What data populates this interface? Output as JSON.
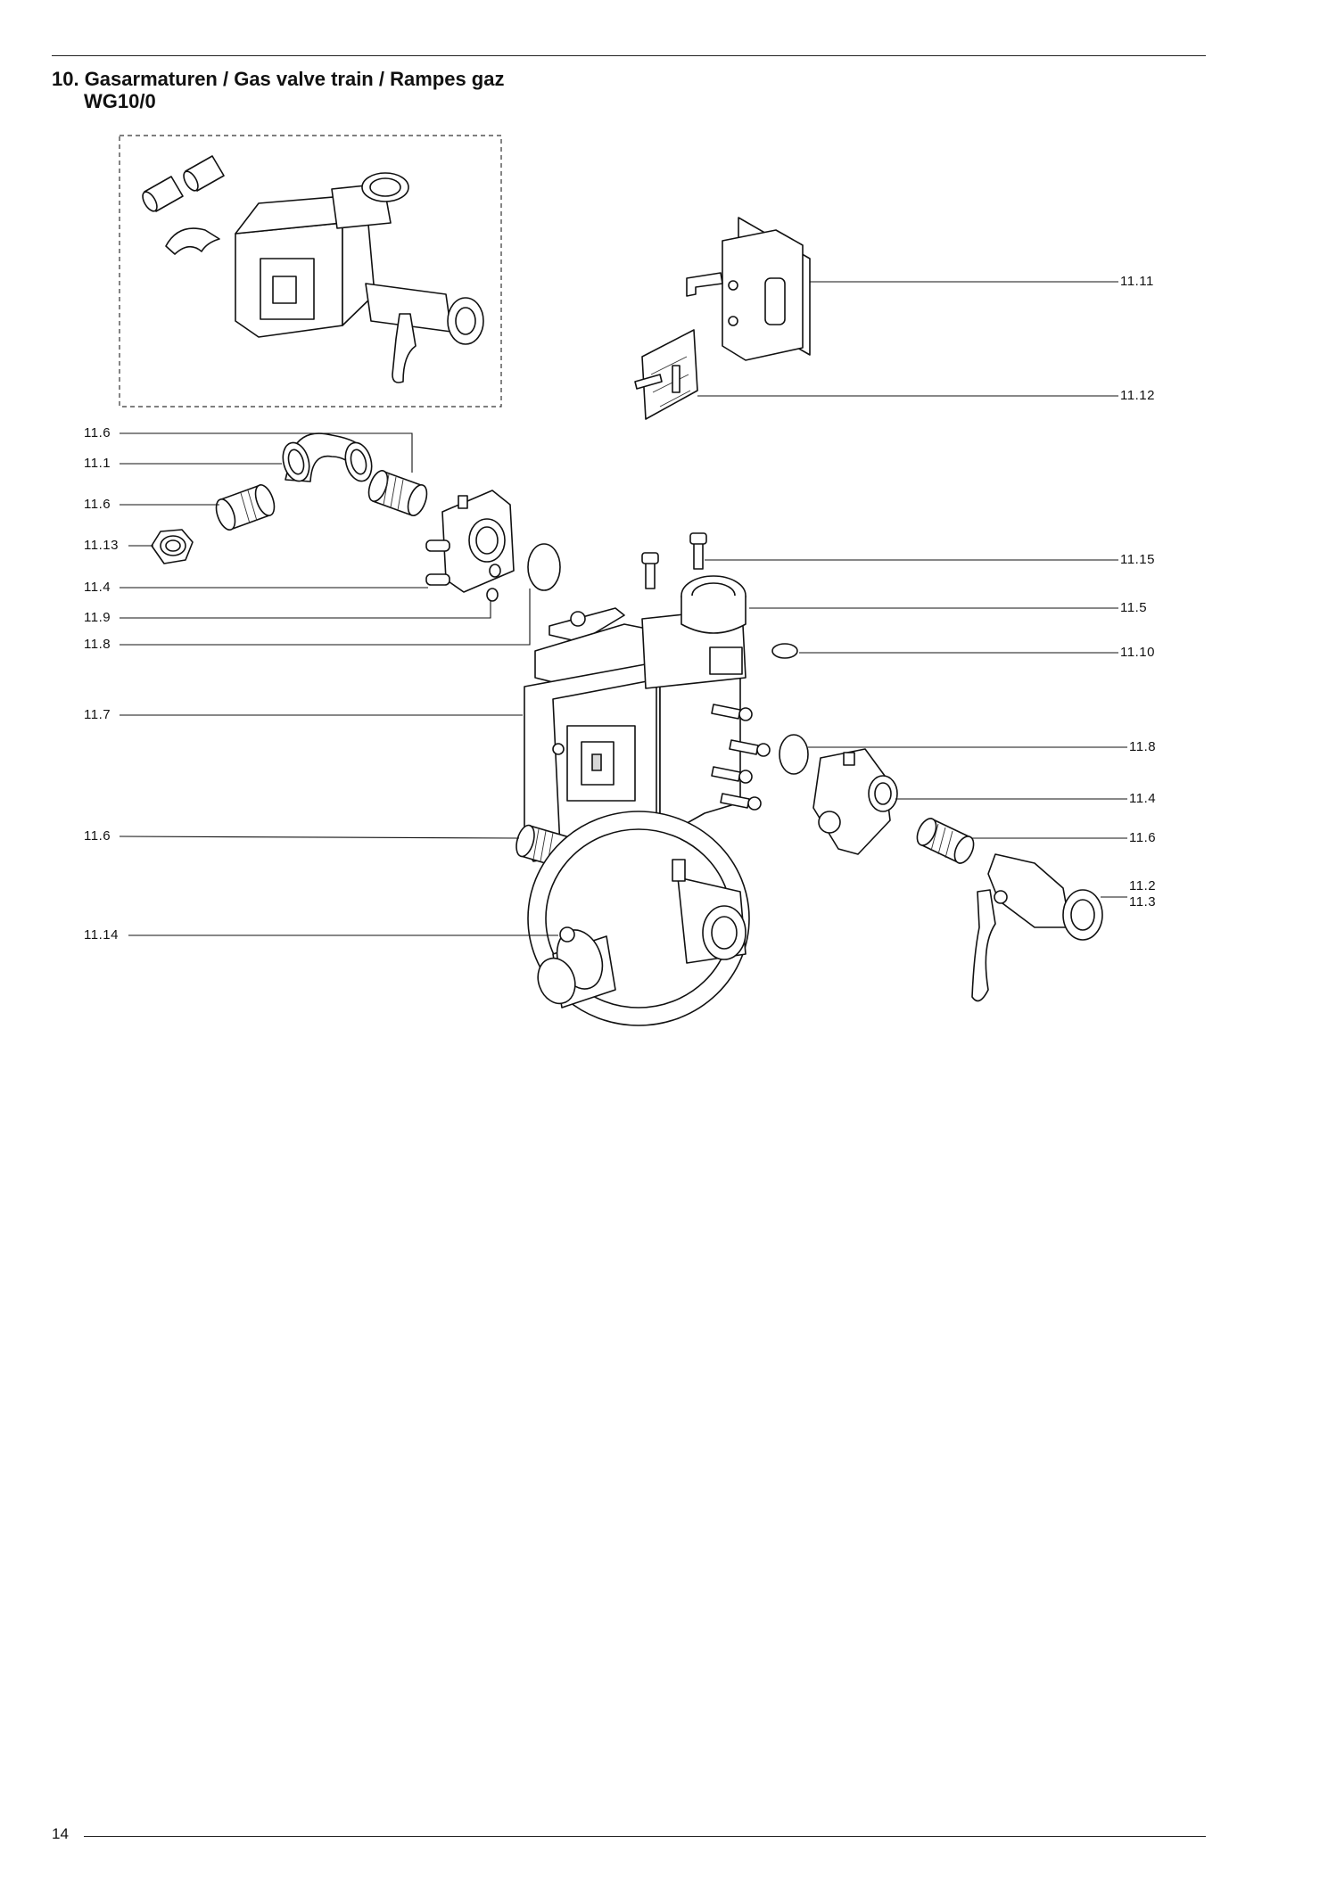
{
  "header": {
    "title": "10. Gasarmaturen / Gas valve train / Rampes gaz",
    "model": "WG10/0"
  },
  "footer": {
    "page_number": "14"
  },
  "labels": {
    "left": [
      {
        "id": "l-11-6-a",
        "text": "11.6"
      },
      {
        "id": "l-11-1",
        "text": "11.1"
      },
      {
        "id": "l-11-6-b",
        "text": "11.6"
      },
      {
        "id": "l-11-13",
        "text": "11.13"
      },
      {
        "id": "l-11-4-a",
        "text": "11.4"
      },
      {
        "id": "l-11-9",
        "text": "11.9"
      },
      {
        "id": "l-11-8-a",
        "text": "11.8"
      },
      {
        "id": "l-11-7",
        "text": "11.7"
      },
      {
        "id": "l-11-6-c",
        "text": "11.6"
      },
      {
        "id": "l-11-14",
        "text": "11.14"
      }
    ],
    "right": [
      {
        "id": "r-11-11",
        "text": "11.11"
      },
      {
        "id": "r-11-12",
        "text": "11.12"
      },
      {
        "id": "r-11-15",
        "text": "11.15"
      },
      {
        "id": "r-11-5",
        "text": "11.5"
      },
      {
        "id": "r-11-10",
        "text": "11.10"
      },
      {
        "id": "r-11-8",
        "text": "11.8"
      },
      {
        "id": "r-11-4",
        "text": "11.4"
      },
      {
        "id": "r-11-6",
        "text": "11.6"
      },
      {
        "id": "r-11-2",
        "text": "11.2"
      },
      {
        "id": "r-11-3",
        "text": "11.3"
      }
    ]
  }
}
